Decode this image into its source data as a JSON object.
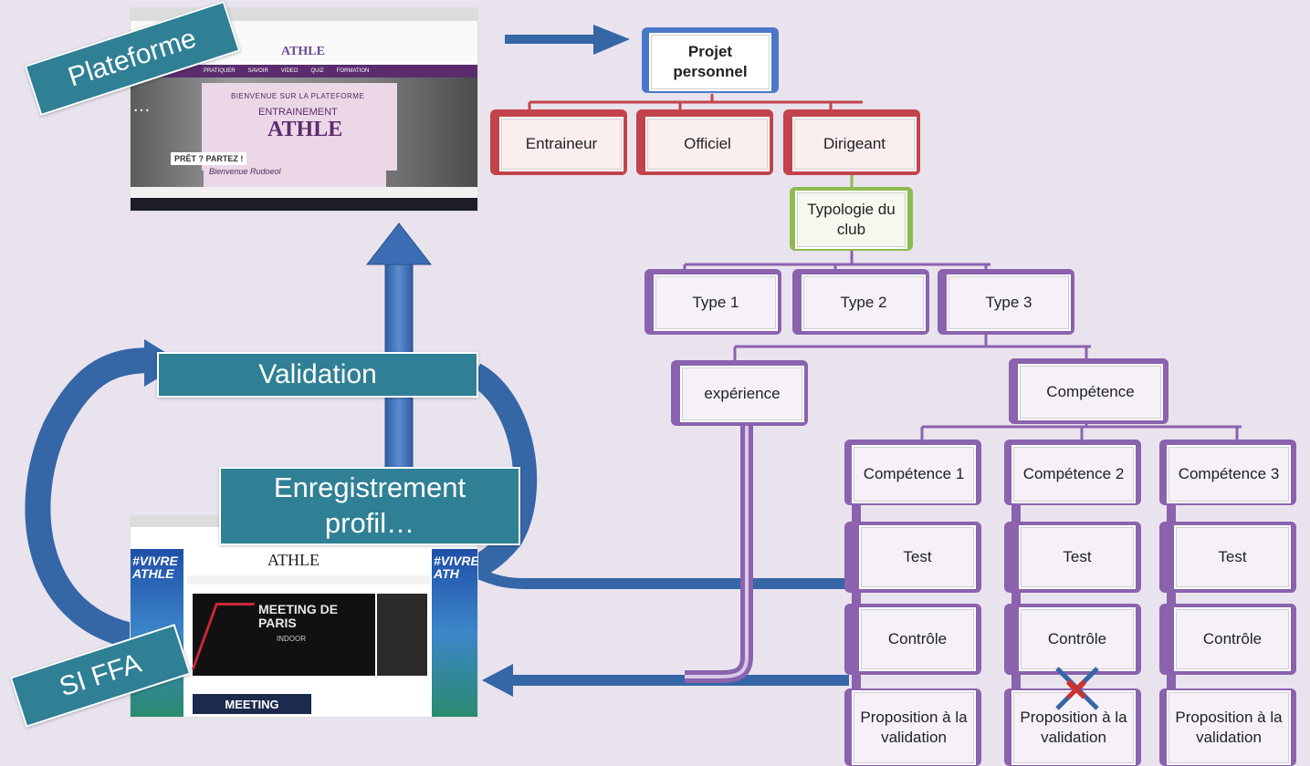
{
  "labels": {
    "plateforme": "Plateforme",
    "validation": "Validation",
    "enregistrement": "Enregistrement profil…",
    "si_ffa": "SI FFA"
  },
  "screenshot_top": {
    "banner": "BIENVENUE SUR LA PLATEFORME",
    "logo": "ATHLE",
    "entrainement": "ENTRAINEMENT",
    "athle": "ATHLE",
    "pret": "PRÊT ? PARTEZ !",
    "bienvenue": "Bienvenue Rudoeol",
    "ellipsis": "…",
    "menu": [
      "PRATIQUER",
      "SAVOIR",
      "VIDEO",
      "QUIZ",
      "FORMATION"
    ]
  },
  "screenshot_bottom": {
    "vivre_left": "#VIVRE ATHLE",
    "vivre_right": "#VIVRE ATH",
    "logo": "ATHLE",
    "meeting_title": "MEETING DE PARIS",
    "meeting_sub": "INDOOR",
    "meeting_bottom": "MEETING"
  },
  "org": {
    "root": "Projet personnel",
    "level1": [
      "Entraineur",
      "Officiel",
      "Dirigeant"
    ],
    "typologie": "Typologie du club",
    "types": [
      "Type 1",
      "Type 2",
      "Type 3"
    ],
    "experience": "expérience",
    "competence": "Compétence",
    "competences": [
      "Compétence 1",
      "Compétence 2",
      "Compétence 3"
    ],
    "test": [
      "Test",
      "Test",
      "Test"
    ],
    "controle": [
      "Contrôle",
      "Contrôle",
      "Contrôle"
    ],
    "proposition": [
      "Proposition à la validation",
      "Proposition à la validation",
      "Proposition à la validation"
    ]
  },
  "colors": {
    "background": "#e9e3ee",
    "arrow_blue": "#3566a6",
    "arrow_teal": "#2f7f95",
    "red": "#c2434b",
    "blue": "#4a78c8",
    "green": "#8dbb4f",
    "purple": "#8a62ad",
    "cross": "#d0312d"
  }
}
